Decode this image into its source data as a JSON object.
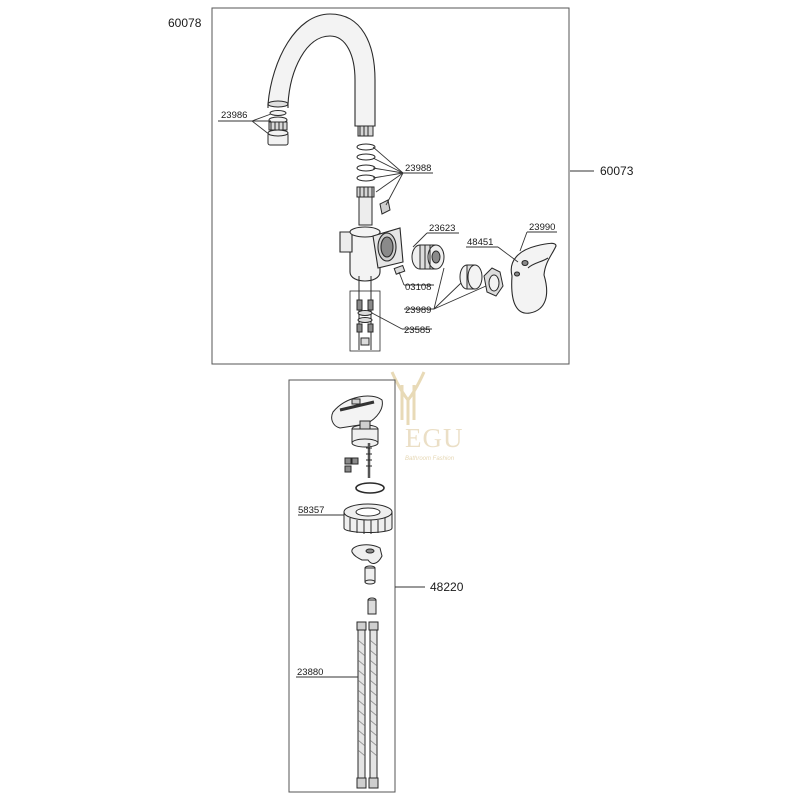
{
  "parts": {
    "top_assembly": "60078",
    "top_frame": "60073",
    "aerator": "23986",
    "o_rings": "23988",
    "cartridge": "23623",
    "lever": "23990",
    "set_screw": "48451",
    "grub_screw": "03108",
    "cartridge_nuts": "23989",
    "mounting_kit": "23585",
    "bottom_frame": "48220",
    "spacer_ring": "58357",
    "flex_hoses": "23880"
  },
  "watermark": {
    "text": "EGU",
    "subtitle": "Bathroom Fashion"
  },
  "colors": {
    "line": "#2a2a2a",
    "frame": "#555555",
    "fill_light": "#f2f2f2",
    "fill_mid": "#cfcfcf",
    "fill_dark": "#8a8a8a",
    "watermark": "#e9dcc0"
  }
}
